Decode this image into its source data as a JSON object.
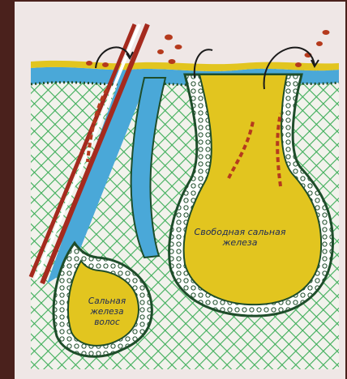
{
  "labels": {
    "free_gland_line1": "Свободная сальная",
    "free_gland_line2": "железа",
    "hair_gland_line1": "Сальная",
    "hair_gland_line2": "железа",
    "hair_gland_line3": "волос"
  },
  "colors": {
    "background": "#4a211c",
    "paper": "#efe7e6",
    "sebum": "#e2c51f",
    "skin_blue": "#4aa8d8",
    "mesh_green": "#3fae5a",
    "gland_wall": "#1e4d2a",
    "hair_red": "#a52a1e",
    "droplet": "#b53a1d"
  }
}
